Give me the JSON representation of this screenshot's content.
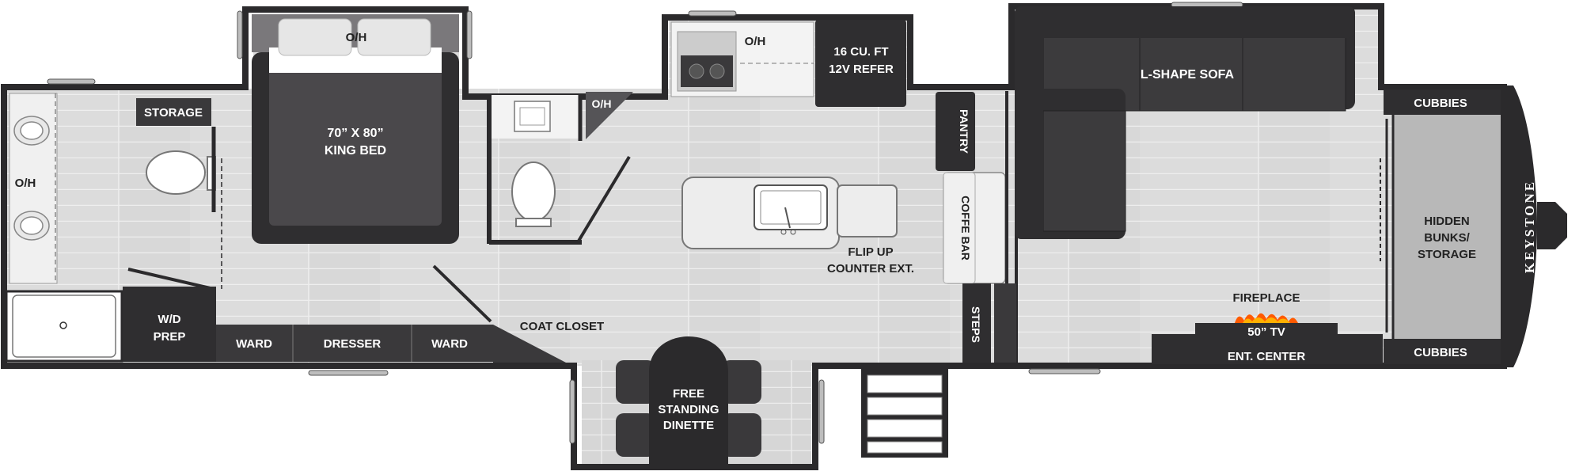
{
  "diagram": {
    "brand": "KEYSTONE",
    "labels": {
      "bath_oh": "O/H",
      "storage": "STORAGE",
      "bed_oh": "O/H",
      "king_bed_size": "70” X 80”",
      "king_bed": "KING BED",
      "wd_prep_1": "W/D",
      "wd_prep_2": "PREP",
      "ward_left": "WARD",
      "dresser": "DRESSER",
      "ward_right": "WARD",
      "toilet_oh": "O/H",
      "kitchen_oh": "O/H",
      "refer_1": "16 CU. FT",
      "refer_2": "12V REFER",
      "pantry": "PANTRY",
      "coffee_bar": "COFFE BAR",
      "steps": "STEPS",
      "flip_up_1": "FLIP UP",
      "flip_up_2": "COUNTER EXT.",
      "coat_closet": "COAT CLOSET",
      "dinette_1": "FREE",
      "dinette_2": "STANDING",
      "dinette_3": "DINETTE",
      "sofa": "L-SHAPE SOFA",
      "cubbies_top": "CUBBIES",
      "cubbies_bottom": "CUBBIES",
      "bunks_1": "HIDDEN",
      "bunks_2": "BUNKS/",
      "bunks_3": "STORAGE",
      "fireplace": "FIREPLACE",
      "tv": "50” TV",
      "ent_center": "ENT. CENTER"
    },
    "colors": {
      "wall": "#2b2a2c",
      "floor": "#d9d9d9",
      "floor_line": "#ececec",
      "cabinet": "#3a393b",
      "bed": "#4a484b",
      "sofa": "#3c3b3d",
      "counter": "#ededed",
      "bunks": "#b8b8b8",
      "fire": "#ff5a00"
    }
  }
}
